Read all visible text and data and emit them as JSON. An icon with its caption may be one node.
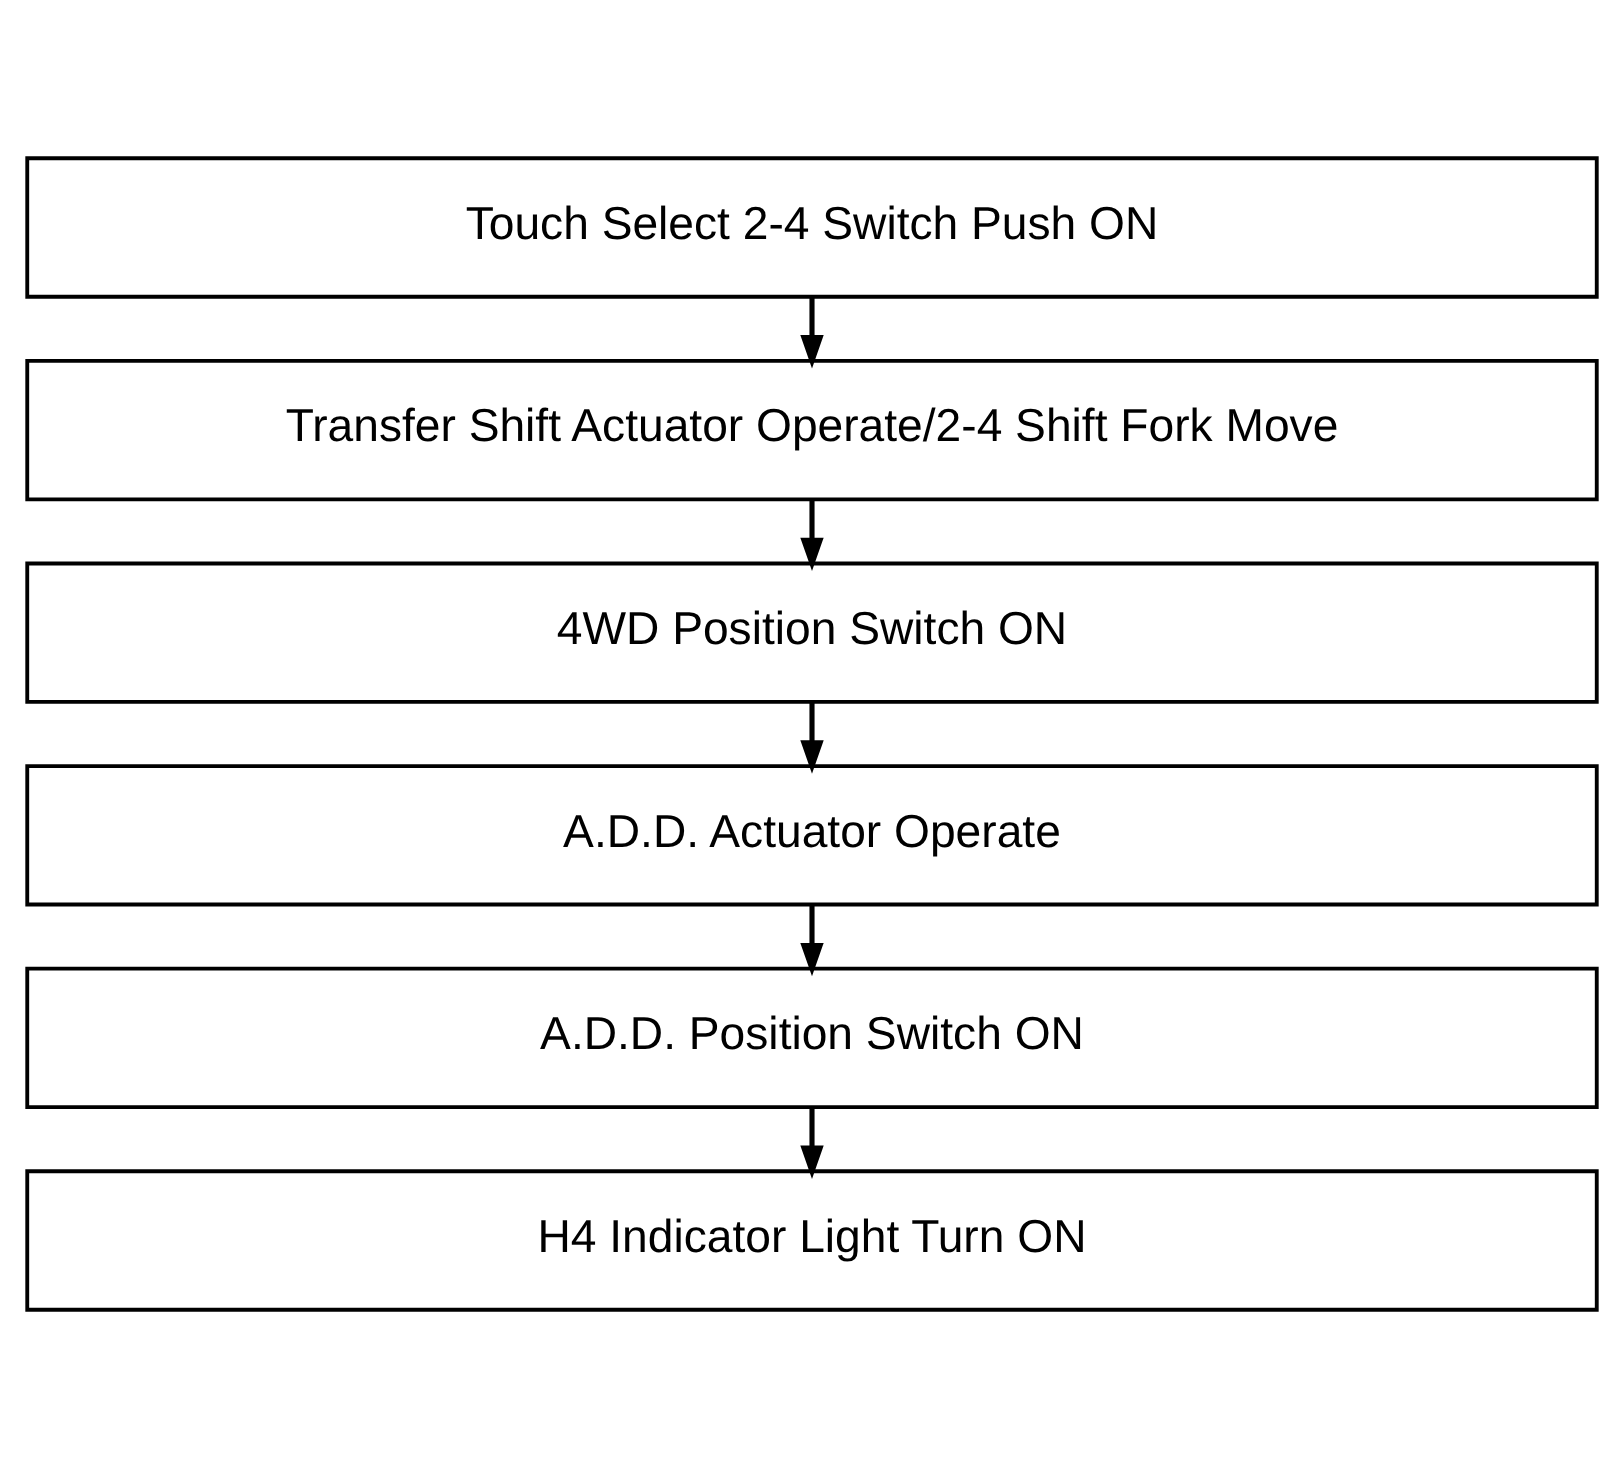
{
  "diagram": {
    "nodes": [
      {
        "text": [
          "Touch Select 2-4 Switch Push ON"
        ]
      },
      {
        "text": [
          "Transfer Shift Actuator Operate/2-4 Shift Fork Move"
        ]
      },
      {
        "text": [
          "4WD Position Switch ON"
        ]
      },
      {
        "text": [
          "A.D.D. Actuator Operate"
        ]
      },
      {
        "text": [
          "A.D.D. Position Switch ON"
        ]
      },
      {
        "text": [
          "H4 Indicator Light Turn ON"
        ]
      }
    ],
    "edges": [
      {
        "from": 0,
        "to": 1,
        "arrow": "to"
      },
      {
        "from": 1,
        "to": 2,
        "arrow": "to"
      },
      {
        "from": 2,
        "to": 3,
        "arrow": "to"
      },
      {
        "from": 3,
        "to": 4,
        "arrow": "to"
      },
      {
        "from": 4,
        "to": 5,
        "arrow": "to"
      }
    ]
  }
}
